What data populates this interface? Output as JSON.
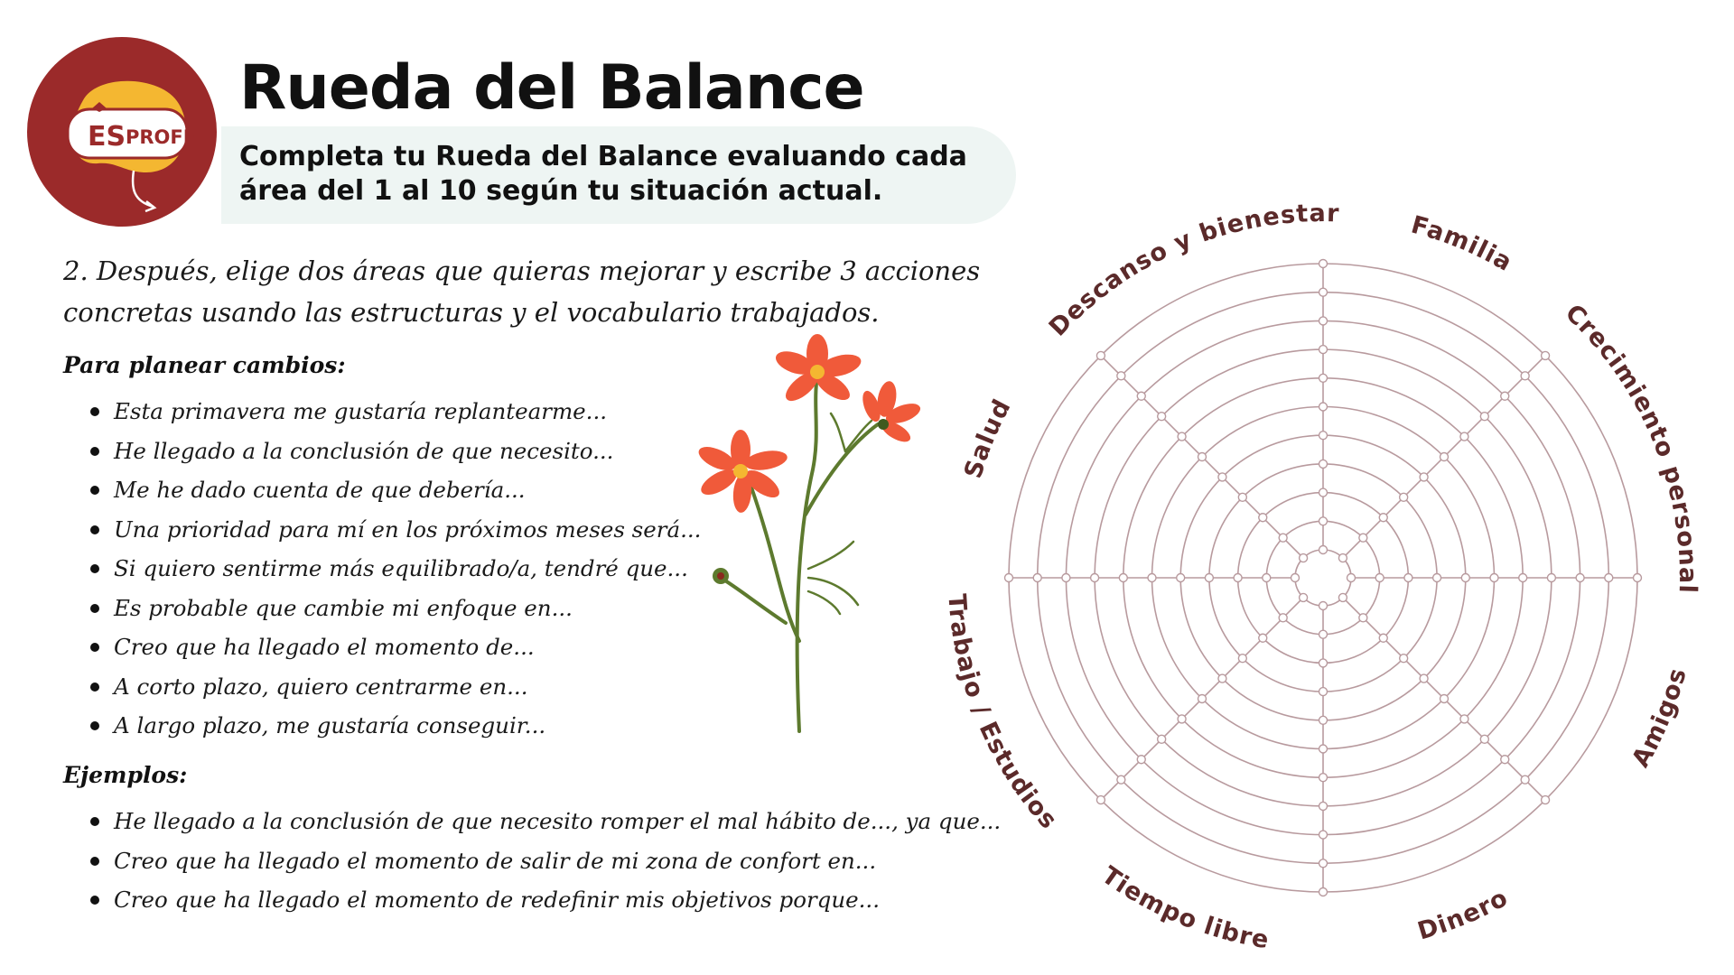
{
  "logo": {
    "text": "ESPROFE",
    "text_left": "ES",
    "text_right": "PROFE"
  },
  "header": {
    "title": "Rueda del Balance",
    "subtitle": "Completa tu Rueda del Balance evaluando cada área del 1 al 10 según tu situación actual."
  },
  "instruction": "2. Después, elige dos áreas que quieras mejorar y escribe 3 acciones concretas usando las estructuras y el vocabulario trabajados.",
  "planning": {
    "heading": "Para planear cambios:",
    "items": [
      "Esta primavera me gustaría replantearme...",
      "He llegado a la conclusión de que necesito...",
      "Me he dado cuenta de que debería...",
      "Una prioridad para mí en los próximos meses será...",
      "Si quiero sentirme más equilibrado/a, tendré que...",
      "Es probable que cambie mi enfoque en...",
      "Creo que ha llegado el momento de...",
      "A corto plazo, quiero centrarme en...",
      "A largo plazo, me gustaría conseguir..."
    ]
  },
  "examples": {
    "heading": "Ejemplos:",
    "items": [
      "He llegado a la conclusión de que necesito romper el mal hábito de..., ya que...",
      "Creo que ha llegado el momento de salir de mi zona de confort en...",
      "Creo que ha llegado el momento de redefinir mis objetivos porque..."
    ]
  },
  "wheel": {
    "areas": [
      "Familia",
      "Crecimiento personal",
      "Amigos",
      "Dinero",
      "Tiempo libre",
      "Trabajo / Estudios",
      "Salud",
      "Descanso y bienestar"
    ],
    "scale_levels": 10
  },
  "colors": {
    "logo_circle": "#9b2a2a",
    "logo_blob": "#f4b731",
    "subtitle_bg": "#eef5f3",
    "wheel_line": "#b89a9e",
    "wheel_label": "#5b2a2a",
    "petal": "#f05a3a",
    "stem": "#5d7a2e"
  }
}
